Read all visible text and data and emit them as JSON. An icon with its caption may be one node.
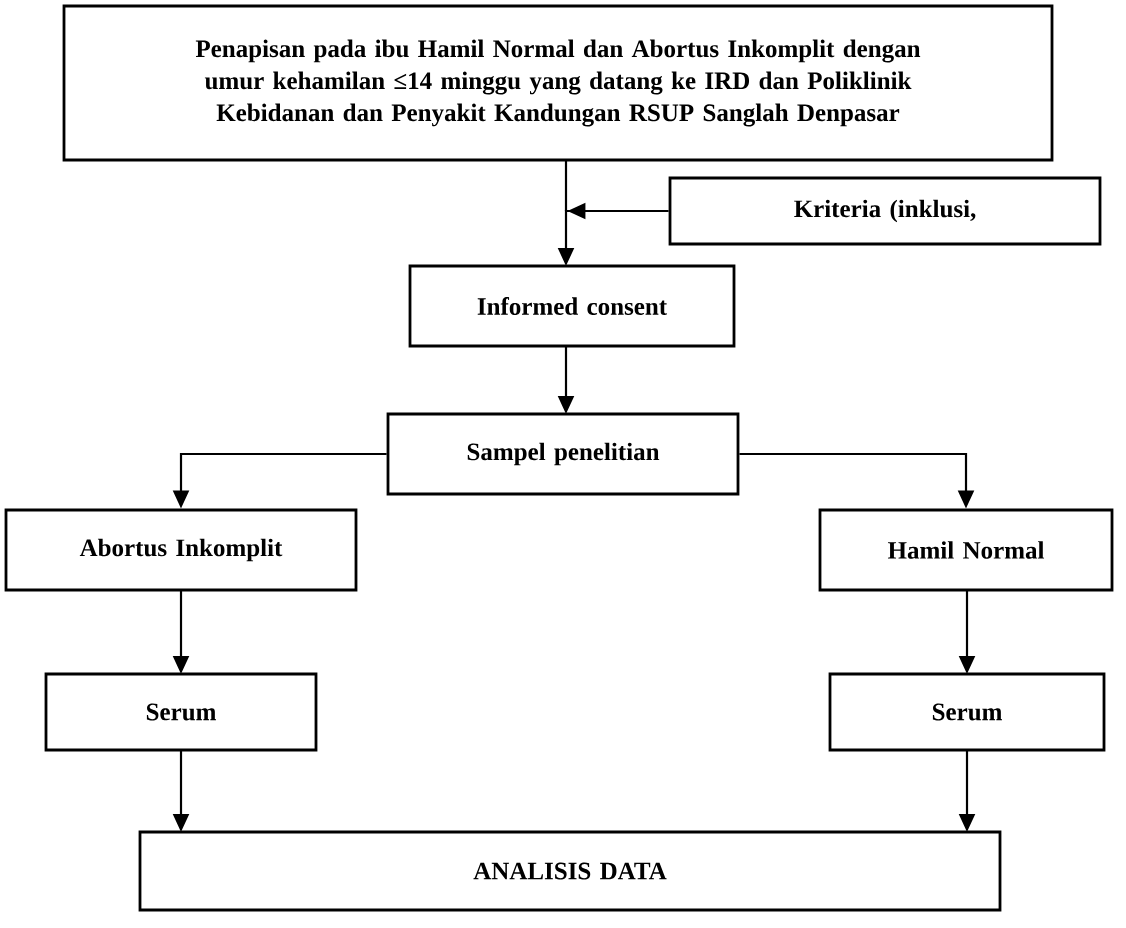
{
  "diagram": {
    "nodes": [
      {
        "text": [
          "Penapisan pada ibu Hamil Normal dan Abortus Inkomplit dengan umur kehamilan ≤14 minggu yang datang ke IRD dan Poliklinik Kebidanan dan Penyakit Kandungan RSUP Sanglah Denpasar"
        ]
      },
      {
        "text": [
          "Kriteria (inklusi,"
        ]
      },
      {
        "text": [
          "Informed consent"
        ]
      },
      {
        "text": [
          "Sampel penelitian"
        ]
      },
      {
        "text": [
          "Abortus Inkomplit"
        ]
      },
      {
        "text": [
          "Hamil Normal"
        ]
      },
      {
        "text": [
          "Serum"
        ]
      },
      {
        "text": [
          "Serum"
        ]
      },
      {
        "text": [
          "ANALISIS DATA"
        ]
      }
    ],
    "edges": [
      {
        "from": 0,
        "to": 2,
        "arrow": "to"
      },
      {
        "from": 1,
        "to": 2,
        "arrow": "to"
      },
      {
        "from": 2,
        "to": 3,
        "arrow": "to"
      },
      {
        "from": 3,
        "to": 4,
        "arrow": "to"
      },
      {
        "from": 3,
        "to": 5,
        "arrow": "to"
      },
      {
        "from": 4,
        "to": 6,
        "arrow": "to"
      },
      {
        "from": 5,
        "to": 7,
        "arrow": "to"
      },
      {
        "from": 6,
        "to": 8,
        "arrow": "to"
      },
      {
        "from": 7,
        "to": 8,
        "arrow": "to"
      }
    ]
  }
}
